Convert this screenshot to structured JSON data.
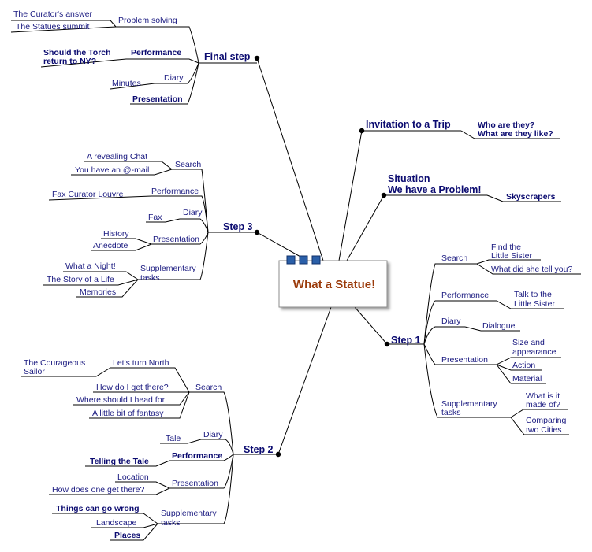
{
  "center": {
    "label": "What a Statue!"
  },
  "main_branches": [
    {
      "id": "final_step",
      "label": "Final step"
    },
    {
      "id": "invitation",
      "label": "Invitation to a Trip"
    },
    {
      "id": "situation",
      "label_line1": "Situation",
      "label_line2": "We have a Problem!"
    },
    {
      "id": "step3",
      "label": "Step 3"
    },
    {
      "id": "step1",
      "label": "Step 1"
    },
    {
      "id": "step2",
      "label": "Step 2"
    }
  ],
  "final_step": {
    "problem_solving": "Problem solving",
    "curators_answer": "The Curator's answer",
    "statues_summit": "The Statues summit",
    "performance": "Performance",
    "torch_line1": "Should the Torch",
    "torch_line2": "return to NY?",
    "diary": "Diary",
    "minutes": "Minutes",
    "presentation": "Presentation"
  },
  "invitation": {
    "who_line1": "Who are they?",
    "who_line2": "What are they like?"
  },
  "situation": {
    "skyscrapers": "Skyscrapers"
  },
  "step3": {
    "search": "Search",
    "revealing_chat": "A revealing Chat",
    "email": "You have an @-mail",
    "performance": "Performance",
    "fax_curator": "Fax Curator Louvre",
    "diary": "Diary",
    "fax": "Fax",
    "presentation": "Presentation",
    "history": "History",
    "anecdote": "Anecdote",
    "supp_line1": "Supplementary",
    "supp_line2": "tasks",
    "what_a_night": "What a Night!",
    "story_of_life": "The Story of a Life",
    "memories": "Memories"
  },
  "step1": {
    "search": "Search",
    "find_line1": "Find the",
    "find_line2": "Little Sister",
    "what_did_she": "What did she tell you?",
    "performance": "Performance",
    "talk_line1": "Talk to the",
    "talk_line2": "Little Sister",
    "diary": "Diary",
    "dialogue": "Dialogue",
    "presentation": "Presentation",
    "size_line1": "Size and",
    "size_line2": "appearance",
    "action": "Action",
    "material": "Material",
    "supp_line1": "Supplementary",
    "supp_line2": "tasks",
    "made_line1": "What is it",
    "made_line2": "made of?",
    "compare_line1": "Comparing",
    "compare_line2": "two Cities"
  },
  "step2": {
    "search": "Search",
    "lets_turn_north": "Let's turn North",
    "sailor_line1": "The Courageous",
    "sailor_line2": "Sailor",
    "how_get_there": "How do I get there?",
    "where_head": "Where should I head for",
    "fantasy": "A little bit of fantasy",
    "diary": "Diary",
    "tale": "Tale",
    "performance": "Performance",
    "telling_tale": "Telling the Tale",
    "presentation": "Presentation",
    "location": "Location",
    "how_one_get": "How does one get there?",
    "supp_line1": "Supplementary",
    "supp_line2": "tasks",
    "things_wrong": "Things can go wrong",
    "landscape": "Landscape",
    "places": "Places"
  }
}
